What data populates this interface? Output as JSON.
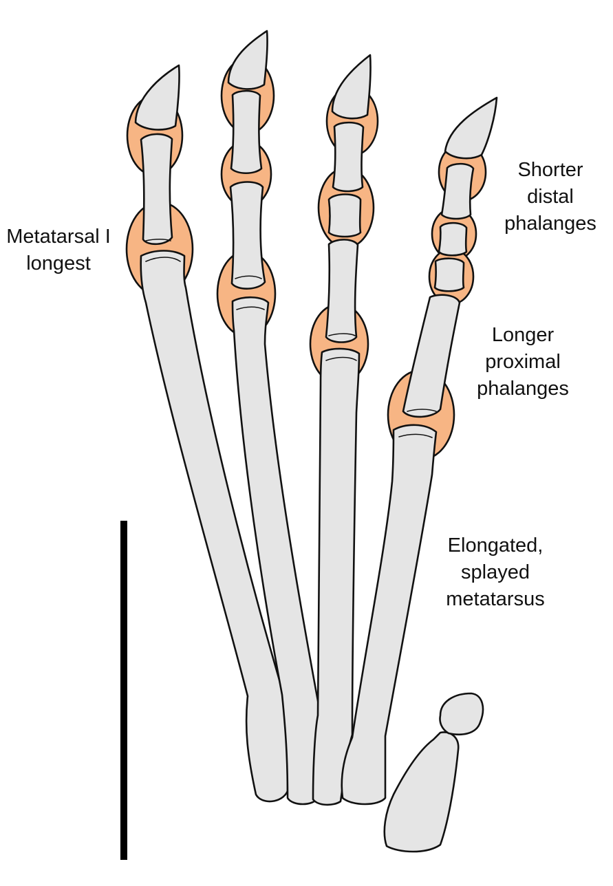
{
  "colors": {
    "bone": "#e5e5e5",
    "cartilage": "#f7b584",
    "outline": "#111111",
    "scale_bar": "#000000",
    "background": "#ffffff"
  },
  "labels": {
    "metatarsal": [
      "Metatarsal I",
      "longest"
    ],
    "distal": [
      "Shorter",
      "distal",
      "phalanges"
    ],
    "proximal": [
      "Longer",
      "proximal",
      "phalanges"
    ],
    "metatarsus": [
      "Elongated,",
      "splayed",
      "metatarsus"
    ]
  }
}
